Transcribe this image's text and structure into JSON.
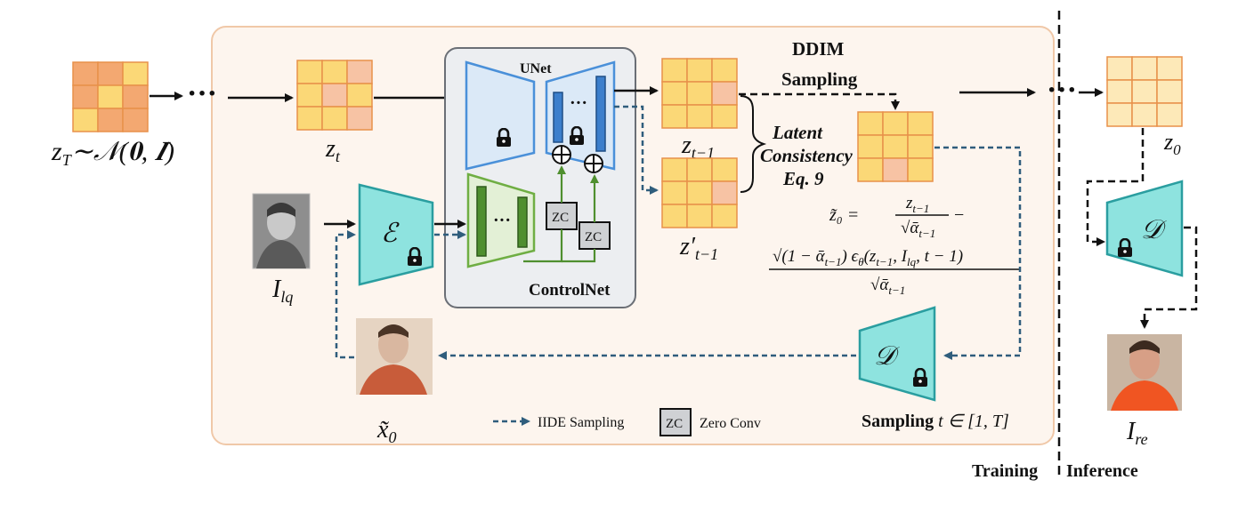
{
  "colors": {
    "panel_fill": "#fdf5ee",
    "panel_stroke": "#f0c8a8",
    "latent_fill": "#fbd877",
    "latent_stroke": "#e8914a",
    "latent_highlight": "#f7c3a4",
    "zT_fill": "#f3a871",
    "zT_light": "#fbd877",
    "z0_fill": "#fde9b8",
    "unet_fill": "#dbe9f7",
    "unet_stroke": "#4a90d9",
    "unet_bar": "#3c7fcc",
    "control_fill": "#e3f0d6",
    "control_stroke": "#6fae43",
    "control_bar": "#4f8f2f",
    "controlnet_box": "#eceef1",
    "controlnet_stroke": "#6b6f76",
    "teal_fill": "#8ee3df",
    "teal_stroke": "#2a9ea0",
    "dashed_blue": "#2f5d7c",
    "zc_fill": "#cfd1d4"
  },
  "labels": {
    "zT": "z",
    "zT_sub": "T",
    "zT_dist": "∼𝒩(𝟎, 𝑰)",
    "ellipsis": "⋯",
    "zt": "z",
    "zt_sub": "t",
    "unet": "UNet",
    "controlnet": "ControlNet",
    "zc": "ZC",
    "enc": "ℰ",
    "dec": "𝒟",
    "ilq": "I",
    "ilq_sub": "lq",
    "ddim_line1": "DDIM",
    "ddim_line2": "Sampling",
    "zt1": "z",
    "zt1_sub": "t−1",
    "zpt1": "z′",
    "zpt1_sub": "t−1",
    "latent_line1": "Latent",
    "latent_line2": "Consistency",
    "latent_line3": "Eq. 9",
    "eq_lhs": "z̃₀ = ",
    "eq_num1": "z",
    "eq_num1_sub": "t−1",
    "eq_den1": "√ᾱ",
    "eq_den1_sub": "t−1",
    "eq_minus": "−",
    "eq_num2": "√(1 − ᾱ",
    "eq_num2_sub": "t−1",
    "eq_num2_rest": ") ϵ",
    "eq_num2_theta": "θ",
    "eq_num2_args": "(z",
    "eq_num2_args_sub": "t−1",
    "eq_num2_args2": ", I",
    "eq_num2_args2_sub": "lq",
    "eq_num2_args3": ", t − 1)",
    "eq_den2": "√ᾱ",
    "eq_den2_sub": "t−1",
    "x0": "x̃",
    "x0_sub": "0",
    "legend_iide": "IIDE Sampling",
    "legend_zc": "Zero Conv",
    "sampling": "Sampling",
    "sampling_math": "t ∈ [1, T]",
    "z0": "z",
    "z0_sub": "0",
    "ire": "I",
    "ire_sub": "re",
    "training": "Training",
    "inference": "Inference",
    "dots3": "···"
  }
}
